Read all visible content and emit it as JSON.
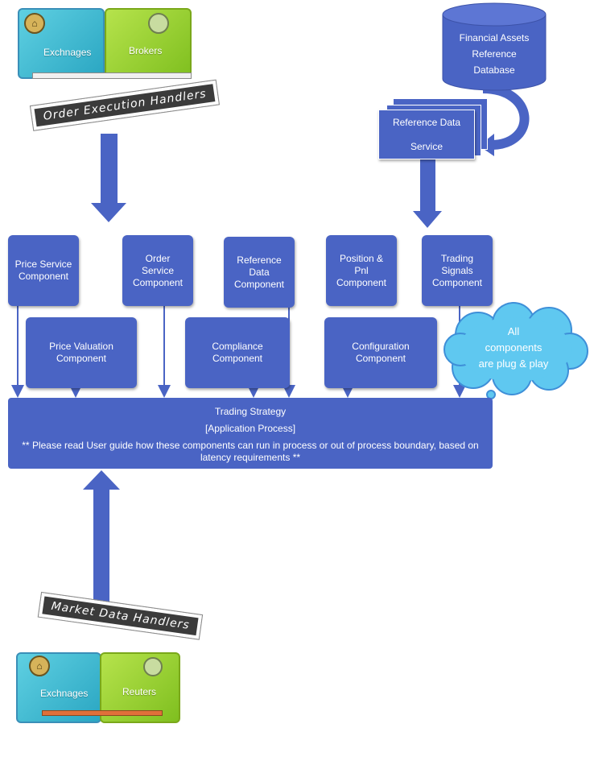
{
  "top_group": {
    "left_label": "Exchnages",
    "right_label": "Brokers",
    "handler_label": "Order  Execution  Handlers"
  },
  "bottom_group": {
    "left_label": "Exchnages",
    "right_label": "Reuters",
    "handler_label": "Market  Data  Handlers"
  },
  "database": {
    "label": "Financial Assets\nReference\nDatabase"
  },
  "ref_service": {
    "label": "Reference Data\n\nService"
  },
  "components_row1": [
    {
      "id": "price-service",
      "label": "Price Service\nComponent"
    },
    {
      "id": "order-service",
      "label": "Order\nService\nComponent"
    },
    {
      "id": "reference-data",
      "label": "Reference\nData\nComponent"
    },
    {
      "id": "position-pnl",
      "label": "Position &\nPnl\nComponent"
    },
    {
      "id": "trading-signals",
      "label": "Trading\nSignals\nComponent"
    }
  ],
  "components_row2": [
    {
      "id": "price-valuation",
      "label": "Price Valuation\nComponent"
    },
    {
      "id": "compliance",
      "label": "Compliance\nComponent"
    },
    {
      "id": "configuration",
      "label": "Configuration\nComponent"
    }
  ],
  "cloud": {
    "label": "All\ncomponents\nare plug & play"
  },
  "strategy": {
    "title": "Trading Strategy",
    "subtitle": "[Application Process]",
    "note": "** Please read User guide how these components can run in process or out of process boundary, based on latency requirements **"
  },
  "colors": {
    "box": "#4a64c4",
    "cloud": "#5fc8f0",
    "handler_bg": "#3b3b3b"
  }
}
